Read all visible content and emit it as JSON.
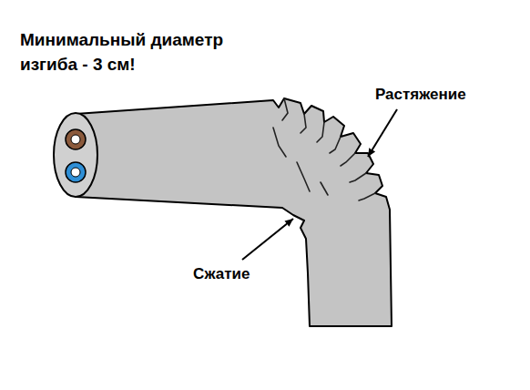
{
  "diagram": {
    "title": "Минимальный диаметр изгиба - 3 см!",
    "labels": [
      "Растяжение",
      "Сжатие"
    ]
  }
}
